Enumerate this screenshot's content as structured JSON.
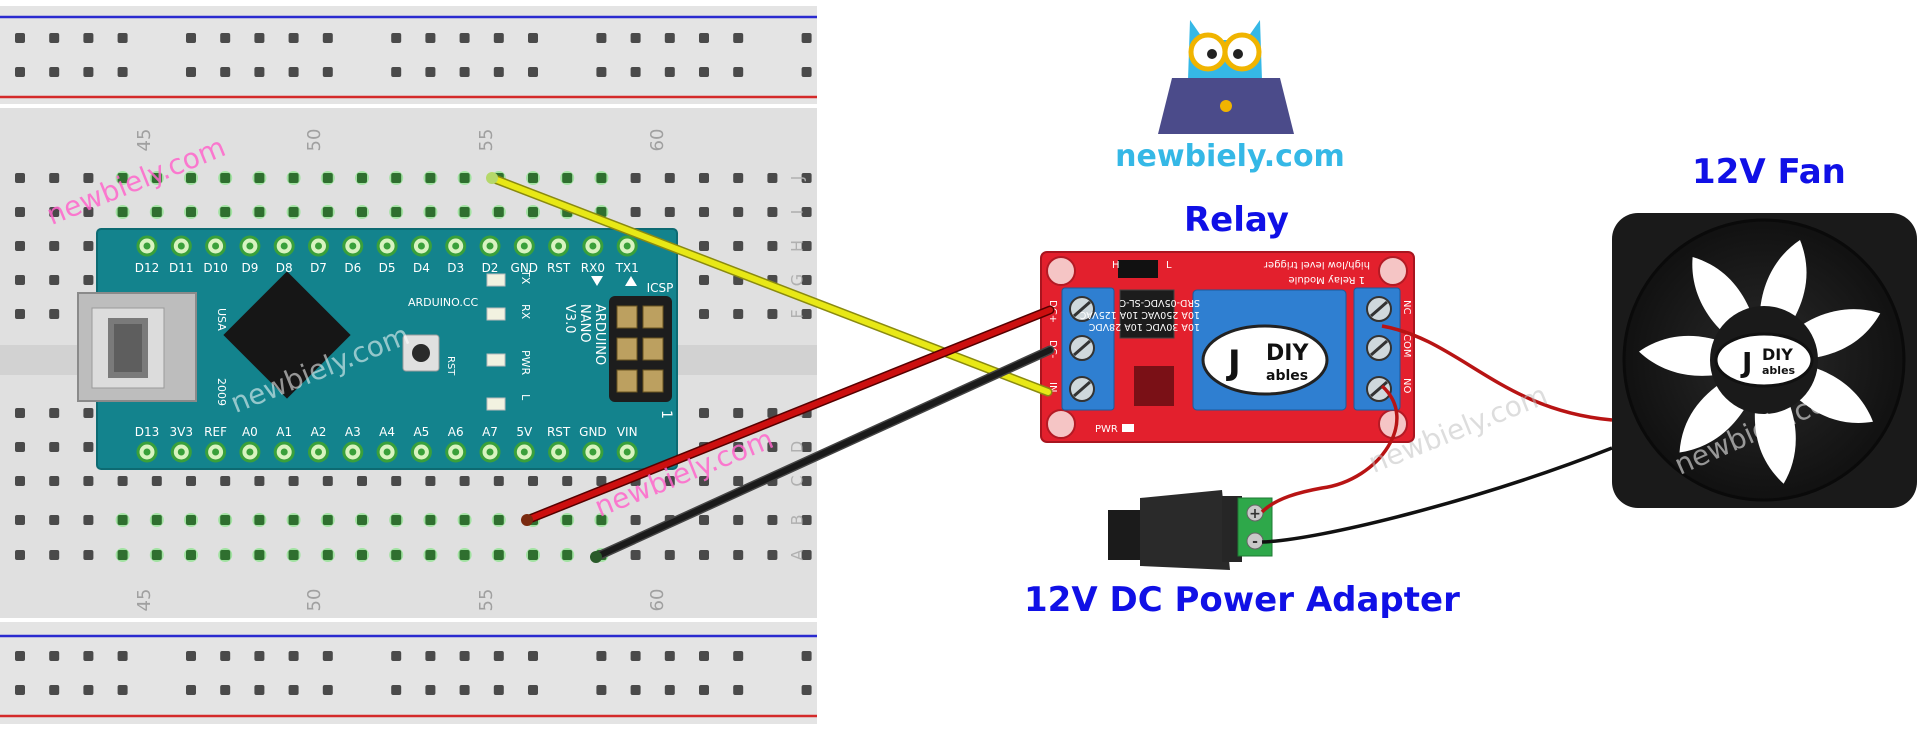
{
  "breadboard": {
    "column_numbers": [
      "45",
      "50",
      "55",
      "60"
    ],
    "row_letters_upper": [
      "J",
      "I",
      "H",
      "G",
      "F"
    ],
    "row_letters_lower": [
      "E",
      "D",
      "C",
      "B",
      "A"
    ]
  },
  "arduino": {
    "top_pins": [
      "D12",
      "D11",
      "D10",
      "D9",
      "D8",
      "D7",
      "D6",
      "D5",
      "D4",
      "D3",
      "D2",
      "GND",
      "RST",
      "RX0",
      "TX1"
    ],
    "bottom_pins": [
      "D13",
      "3V3",
      "REF",
      "A0",
      "A1",
      "A2",
      "A3",
      "A4",
      "A5",
      "A6",
      "A7",
      "5V",
      "RST",
      "GND",
      "VIN"
    ],
    "site_label": "ARDUINO.CC",
    "usa_label": "USA",
    "year_label": "2009",
    "rst_label": "RST",
    "led_labels": [
      "TX",
      "RX",
      "PWR",
      "L"
    ],
    "name_lines": [
      "ARDUINO",
      "NANO",
      "V3.0"
    ],
    "icsp_label": "ICSP",
    "icsp_pin_label": "1"
  },
  "relay": {
    "title": "Relay",
    "module_text": [
      "high/low level trigger",
      "1 Relay Module"
    ],
    "coil_text": [
      "SRD-05VDC-SL-C",
      "10A 250VAC 10A 125VAC",
      "10A 30VDC 10A 28VDC"
    ],
    "input_pins": [
      "DC+",
      "DC-",
      "IN"
    ],
    "output_pins": [
      "NC",
      "COM",
      "NO"
    ],
    "pwr_label": "PWR",
    "jumper_labels": [
      "L",
      "H"
    ],
    "logo_text": [
      "DIY",
      "ables"
    ]
  },
  "logo": {
    "site": "newbiely.com"
  },
  "fan": {
    "title": "12V Fan",
    "logo_text": [
      "DIY",
      "ables"
    ]
  },
  "adapter": {
    "title": "12V DC Power Adapter",
    "terminal_marks": [
      "+",
      "-"
    ]
  },
  "watermark": "newbiely.com",
  "colors": {
    "title_blue": "#1010e6",
    "logo_cyan": "#35b8e6",
    "watermark_pink": "#ff66cc",
    "board_teal": "#13838d",
    "relay_red": "#e3202d",
    "relay_blue": "#2f7fd1",
    "wire_yellow": "#e8e816",
    "wire_red": "#cc0f0f",
    "wire_black": "#1a1a1a",
    "rail_blue": "#2a2acf",
    "rail_red": "#d42a2a"
  }
}
